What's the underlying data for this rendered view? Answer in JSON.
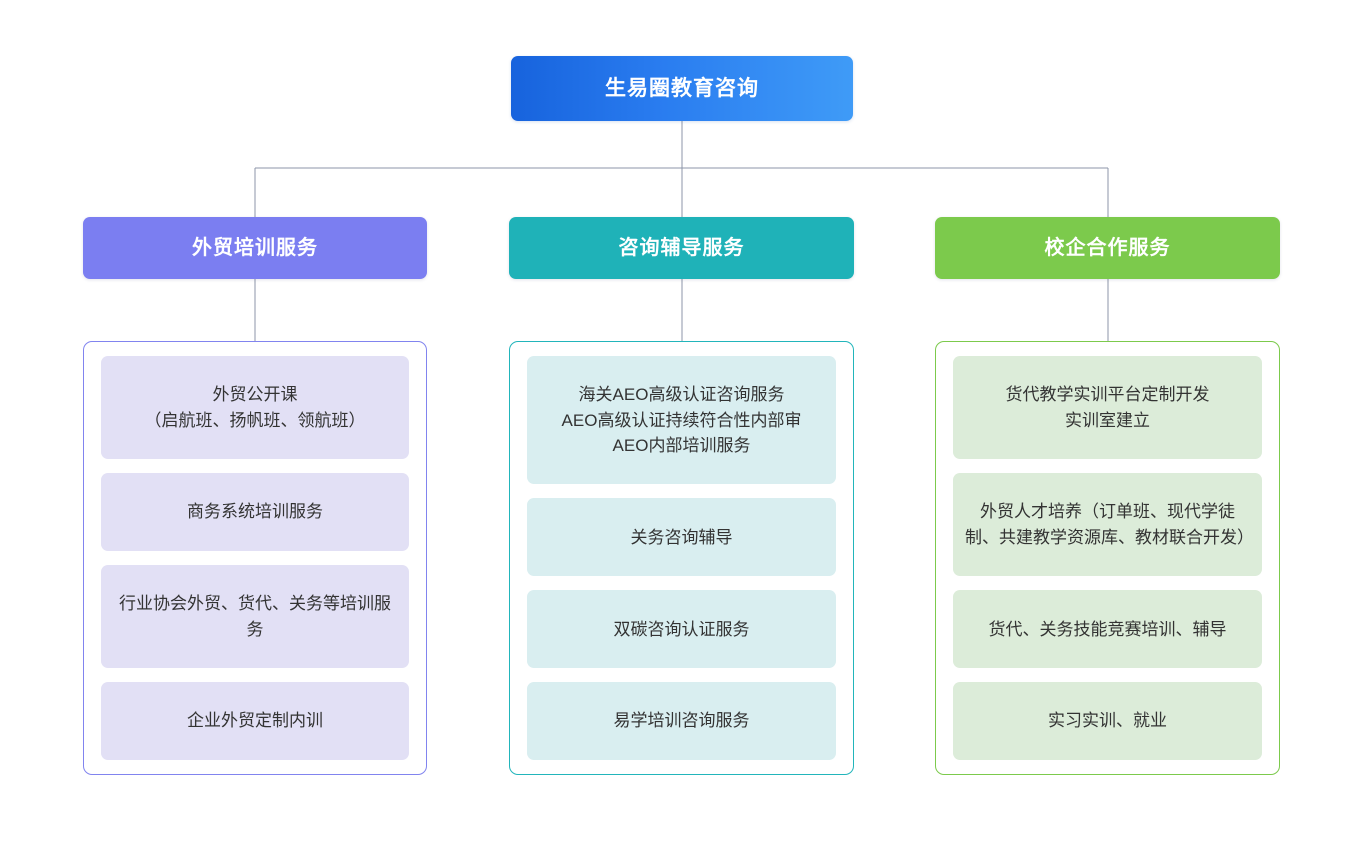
{
  "diagram": {
    "root": {
      "label": "生易圈教育咨询",
      "color": "#2a7df0"
    },
    "connector_color": "#8c95a8",
    "columns": [
      {
        "header": "外贸培训服务",
        "header_color": "#7b7ef1",
        "panel_border_color": "#8184ef",
        "item_bg_color": "#e2e0f5",
        "items": [
          "外贸公开课\n（启航班、扬帆班、领航班）",
          "商务系统培训服务",
          "行业协会外贸、货代、关务等培训服务",
          "企业外贸定制内训"
        ]
      },
      {
        "header": "咨询辅导服务",
        "header_color": "#1fb2b8",
        "panel_border_color": "#22b5bb",
        "item_bg_color": "#d9eef0",
        "items": [
          "海关AEO高级认证咨询服务\nAEO高级认证持续符合性内部审\nAEO内部培训服务",
          "关务咨询辅导",
          "双碳咨询认证服务",
          "易学培训咨询服务"
        ]
      },
      {
        "header": "校企合作服务",
        "header_color": "#7cca4c",
        "panel_border_color": "#7cca4c",
        "item_bg_color": "#dcecd9",
        "items": [
          "货代教学实训平台定制开发\n实训室建立",
          "外贸人才培养（订单班、现代学徒制、共建教学资源库、教材联合开发）",
          "货代、关务技能竞赛培训、辅导",
          "实习实训、就业"
        ]
      }
    ]
  }
}
